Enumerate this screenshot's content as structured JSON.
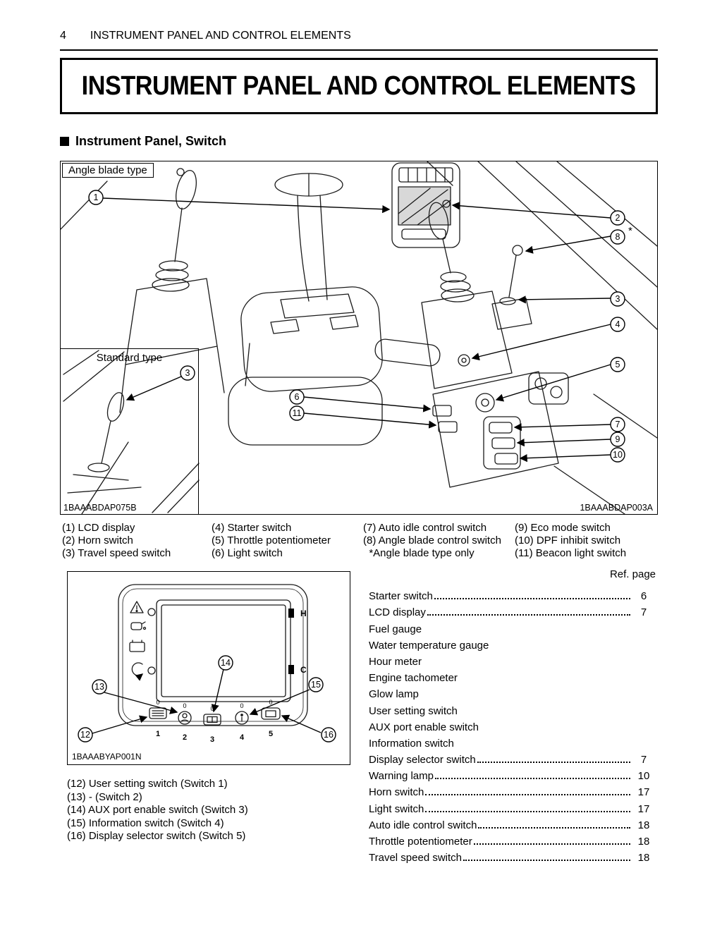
{
  "header": {
    "page_number": "4",
    "title": "INSTRUMENT PANEL AND CONTROL ELEMENTS"
  },
  "title_box": {
    "title": "INSTRUMENT PANEL AND CONTROL ELEMENTS"
  },
  "section": {
    "heading": "Instrument Panel, Switch"
  },
  "diagram1": {
    "frame_label": "Angle blade type",
    "inner_label": "Standard type",
    "code_left": "1BAAABDAP075B",
    "code_right": "1BAAABDAP003A",
    "asterisk": "*",
    "callouts": {
      "c1": "1",
      "c2": "2",
      "c3": "3",
      "c3b": "3",
      "c4": "4",
      "c5": "5",
      "c6": "6",
      "c7": "7",
      "c8": "8",
      "c9": "9",
      "c10": "10",
      "c11": "11"
    }
  },
  "legend_columns": [
    [
      "(1) LCD display",
      "(2) Horn switch",
      "(3) Travel speed switch"
    ],
    [
      "(4) Starter switch",
      "(5) Throttle potentiometer",
      "(6) Light switch"
    ],
    [
      "(7) Auto idle control switch",
      "(8) Angle blade control switch",
      "  *Angle blade type only"
    ],
    [
      "(9) Eco mode switch",
      "(10) DPF inhibit switch",
      "(11) Beacon light switch"
    ]
  ],
  "diagram2": {
    "code": "1BAAABYAP001N",
    "h_label": "H",
    "c_label": "C",
    "zero": "0",
    "callouts": {
      "c12": "12",
      "c13": "13",
      "c14": "14",
      "c15": "15",
      "c16": "16"
    },
    "switch_numbers": [
      "1",
      "2",
      "3",
      "4",
      "5"
    ]
  },
  "switch_list": [
    "(12) User setting switch (Switch 1)",
    "(13) - (Switch 2)",
    "(14) AUX port enable switch (Switch 3)",
    "(15) Information switch (Switch 4)",
    "(16) Display selector switch (Switch 5)"
  ],
  "ref_table": {
    "header": "Ref. page",
    "rows": [
      {
        "label": "Starter switch",
        "page": "6"
      },
      {
        "label": "LCD display",
        "page": "7"
      },
      {
        "label": "Fuel gauge",
        "page": ""
      },
      {
        "label": "Water temperature gauge",
        "page": ""
      },
      {
        "label": "Hour meter",
        "page": ""
      },
      {
        "label": "Engine tachometer",
        "page": ""
      },
      {
        "label": "Glow lamp",
        "page": ""
      },
      {
        "label": "User setting switch",
        "page": ""
      },
      {
        "label": "AUX port enable switch",
        "page": ""
      },
      {
        "label": "Information switch",
        "page": ""
      },
      {
        "label": "Display selector switch",
        "page": "7"
      },
      {
        "label": "Warning lamp",
        "page": "10"
      },
      {
        "label": "Horn switch",
        "page": "17"
      },
      {
        "label": "Light switch",
        "page": "17"
      },
      {
        "label": "Auto idle control switch",
        "page": "18"
      },
      {
        "label": "Throttle potentiometer",
        "page": "18"
      },
      {
        "label": "Travel speed switch",
        "page": "18"
      }
    ]
  }
}
